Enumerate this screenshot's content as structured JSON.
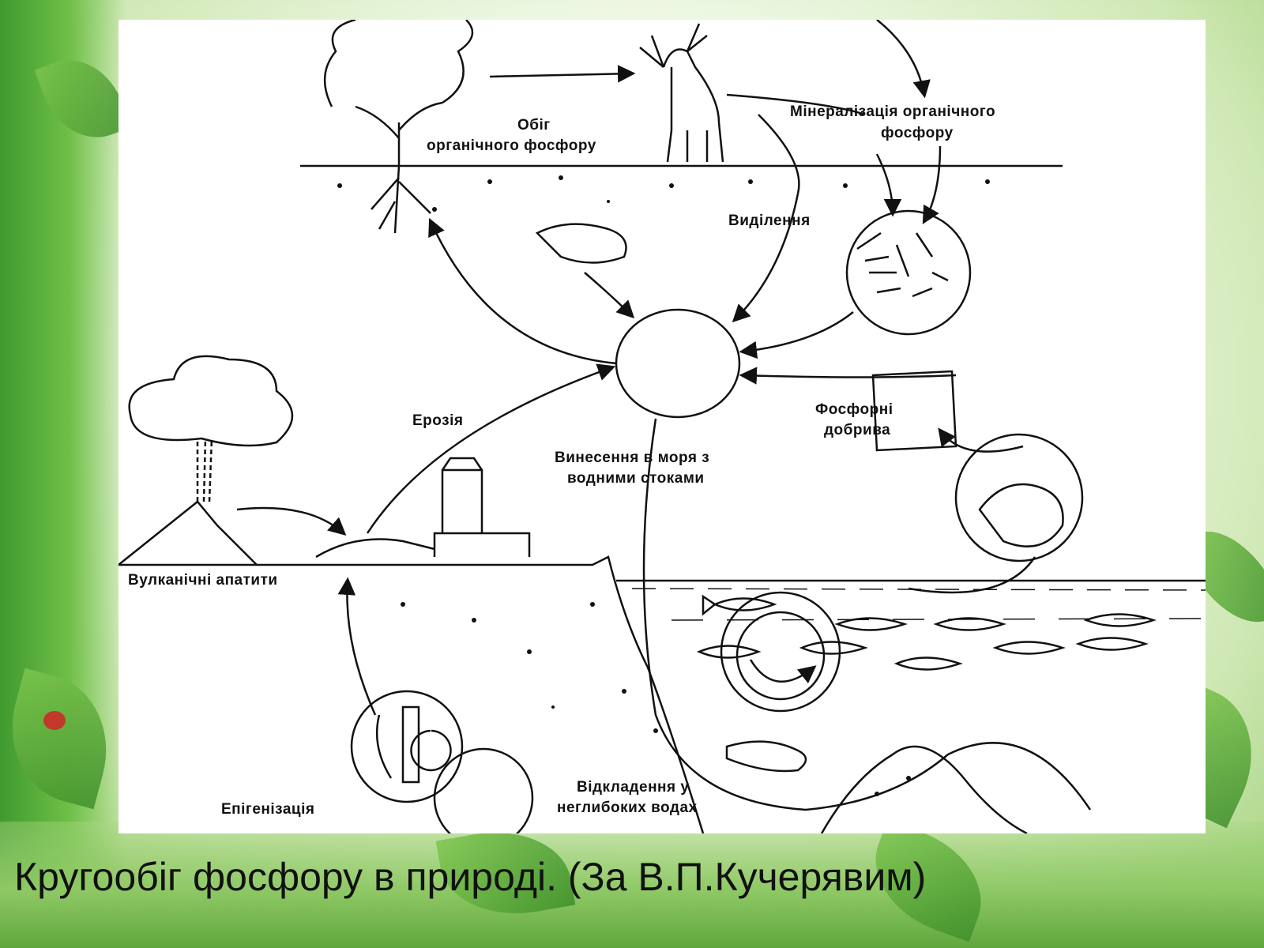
{
  "diagram": {
    "labels": {
      "organic_cycle_line1": "Обіг",
      "organic_cycle_line2": "органічного фосфору",
      "mineralization_line1": "Мінералізація органічного",
      "mineralization_line2": "фосфору",
      "excretion": "Виділення",
      "erosion": "Ерозія",
      "fertilizers_line1": "Фосфорні",
      "fertilizers_line2": "добрива",
      "runoff_line1": "Винесення в моря з",
      "runoff_line2": "водними стоками",
      "volcanic": "Вулканічні апатити",
      "deposition_line1": "Відкладення у",
      "deposition_line2": "неглибоких водах",
      "epigenization": "Епігенізація"
    }
  },
  "caption": "Кругообіг фосфору в природі. (За В.П.Кучерявим)"
}
